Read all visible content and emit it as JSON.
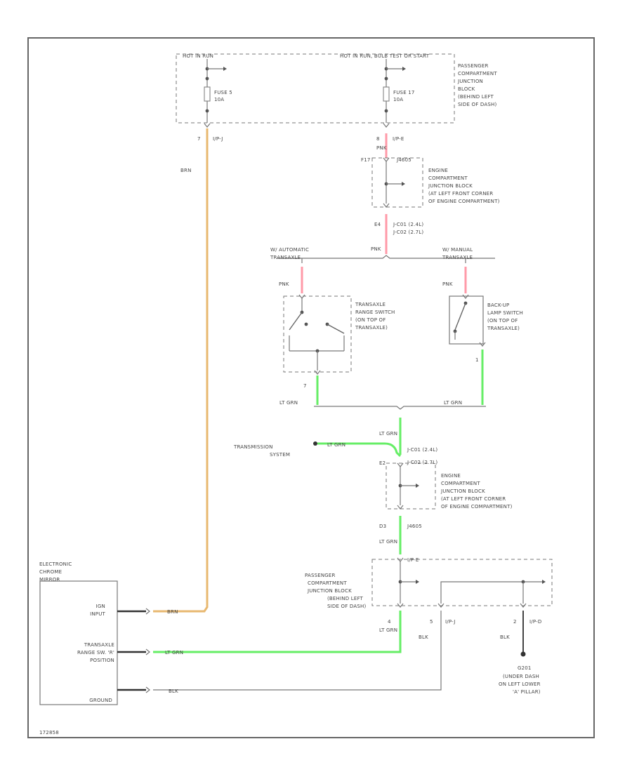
{
  "colors": {
    "pink": "#ff9aa8",
    "orange": "#e8b870",
    "green": "#66ee66",
    "wire": "#7a7a7a",
    "frame": "#666666"
  },
  "top_fuse_block": {
    "hot_run": "HOT IN RUN",
    "hot_run_bulb": "HOT IN RUN, BULB TEST OR START",
    "fuse_left_name": "FUSE 5",
    "fuse_left_rating": "10A",
    "fuse_right_name": "FUSE 17",
    "fuse_right_rating": "10A",
    "label": [
      "PASSENGER",
      "COMPARTMENT",
      "JUNCTION",
      "BLOCK",
      "(BEHIND LEFT",
      "SIDE OF DASH)"
    ],
    "pin_left": "7",
    "conn_left": "I/P-J",
    "pin_right": "8",
    "conn_right": "I/P-E"
  },
  "wires": {
    "brn": "BRN",
    "pnk": "PNK",
    "lt_grn": "LT GRN",
    "blk": "BLK"
  },
  "engine_block_1": {
    "pin": "F17",
    "splice": "J4605",
    "label": [
      "ENGINE",
      "COMPARTMENT",
      "JUNCTION BLOCK",
      "(AT LEFT FRONT CORNER",
      "OF ENGINE COMPARTMENT)"
    ]
  },
  "splice_top": {
    "pin": "E4",
    "ids": [
      "J-C01  (2.4L)",
      "J-C02  (2.7L)"
    ]
  },
  "branches": {
    "auto": [
      "W/ AUTOMATIC",
      "TRANSAXLE"
    ],
    "manual": [
      "W/ MANUAL",
      "TRANSAXLE"
    ]
  },
  "range_switch": {
    "label": [
      "TRANSAXLE",
      "RANGE SWITCH",
      "(ON TOP OF",
      "TRANSAXLE)"
    ],
    "pin": "7"
  },
  "backup_switch": {
    "label": [
      "BACK-UP",
      "LAMP SWITCH",
      "(ON TOP OF",
      "TRANSAXLE)"
    ],
    "pin": "1"
  },
  "transmission": {
    "label": [
      "TRANSMISSION",
      "SYSTEM"
    ]
  },
  "splice_bottom": {
    "pin": "E2",
    "ids": [
      "J-C01  (2.4L)",
      "J-C02  (2.7L)"
    ]
  },
  "engine_block_2": {
    "pin": "D3",
    "splice": "J4605",
    "label": [
      "ENGINE",
      "COMPARTMENT",
      "JUNCTION BLOCK",
      "(AT LEFT FRONT CORNER",
      "OF ENGINE COMPARTMENT)"
    ]
  },
  "pass_block_bottom": {
    "conn": "I/P-E",
    "label": [
      "PASSENGER",
      "COMPARTMENT",
      "JUNCTION BLOCK",
      "(BEHIND LEFT",
      "SIDE OF DASH)"
    ],
    "pin_a": "4",
    "pin_b": "5",
    "conn_b": "I/P-J",
    "pin_c": "2",
    "conn_c": "I/P-D"
  },
  "ground": {
    "id": "G201",
    "label": [
      "(UNDER DASH",
      "ON LEFT LOWER",
      "'A' PILLAR)"
    ]
  },
  "mirror": {
    "title": [
      "ELECTRONIC",
      "CHROME",
      "MIRROR"
    ],
    "ign_input": [
      "IGN",
      "INPUT"
    ],
    "range_input": [
      "TRANSAXLE",
      "RANGE SW. 'R'",
      "POSITION"
    ],
    "ground": "GROUND"
  },
  "figure_id": "172858"
}
